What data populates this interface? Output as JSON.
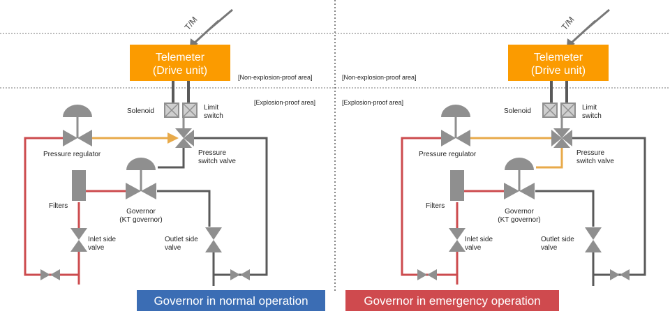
{
  "telemeter": {
    "line1": "Telemeter",
    "line2": "(Drive unit)"
  },
  "tm_label": "T/M",
  "areas": {
    "non_explosion_proof": "[Non-explosion-proof area]",
    "explosion_proof": "[Explosion-proof area]"
  },
  "components": {
    "solenoid": "Solenoid",
    "limit_switch_line1": "Limit",
    "limit_switch_line2": "switch",
    "pressure_regulator": "Pressure regulator",
    "pressure_switch_valve_line1": "Pressure",
    "pressure_switch_valve_line2": "switch valve",
    "filters": "Filters",
    "governor_line1": "Governor",
    "governor_line2": "(KT governor)",
    "inlet_valve_line1": "Inlet side",
    "inlet_valve_line2": "valve",
    "outlet_valve_line1": "Outlet side",
    "outlet_valve_line2": "valve"
  },
  "panels": {
    "normal": {
      "caption": "Governor in normal operation"
    },
    "emergency": {
      "caption": "Governor in emergency operation"
    }
  },
  "colors": {
    "telemeter_fill": "#fb9b00",
    "normal_caption_bg": "#3b6db4",
    "emergency_caption_bg": "#cf4a4e",
    "inlet_pipe": "#cc4b4e",
    "outlet_pipe": "#595959",
    "signal_pipe": "#e8aa4a",
    "component_gray": "#8f8f8f"
  }
}
